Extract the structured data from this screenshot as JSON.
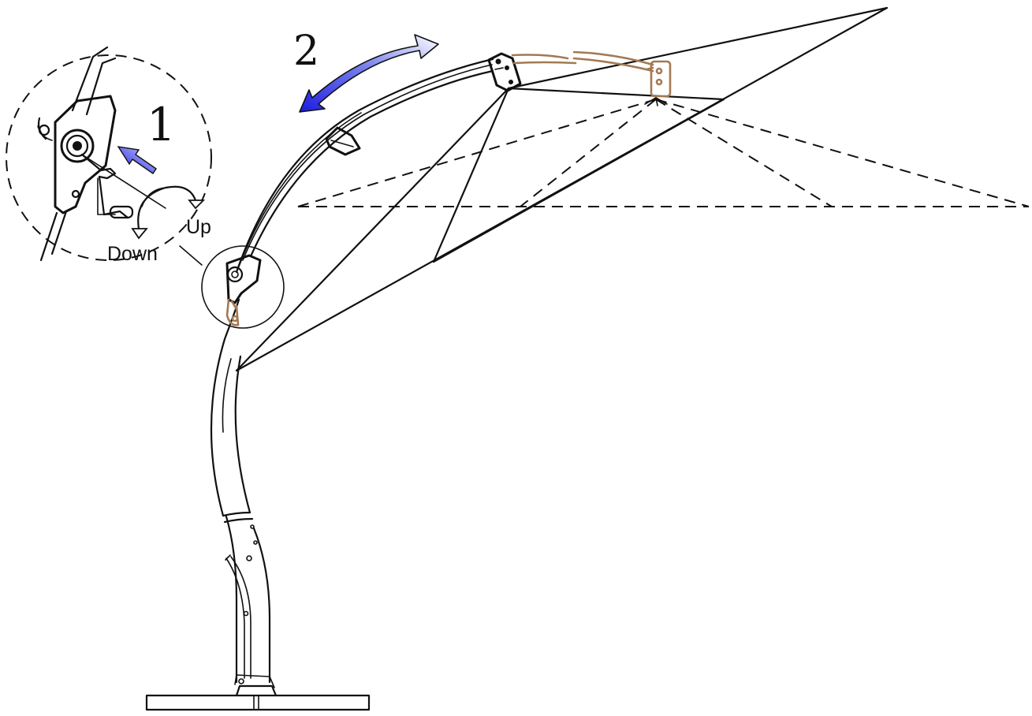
{
  "labels": {
    "step1": "1",
    "step2": "2",
    "up": "Up",
    "down": "Down"
  },
  "icons": {
    "tilt_arrow": "curved-double-arrow-icon",
    "push_arrow": "push-arrow-icon",
    "crank_rotation": "rotation-arrows-icon"
  },
  "colors": {
    "ink": "#111111",
    "accent_blue": "#2a2ae0",
    "accent_blue_light": "#e8ecff",
    "brown": "#a27a52"
  }
}
